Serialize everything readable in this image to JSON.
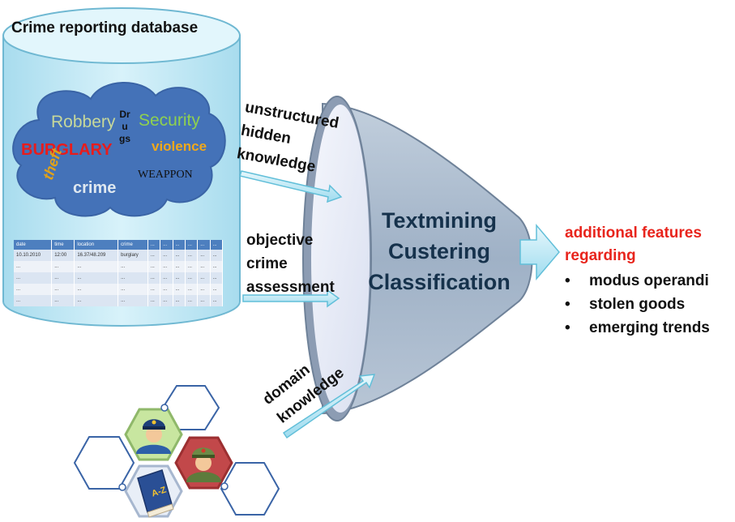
{
  "database": {
    "title": "Crime reporting database",
    "cloud_words": {
      "robbery": "Robbery",
      "drugs": "Drugs",
      "security": "Security",
      "burglary": "BURGLARY",
      "violence": "violence",
      "theft": "theft",
      "crime": "crime",
      "weappon": "WEAPPON"
    },
    "table": {
      "headers": [
        "date",
        "time",
        "location",
        "crime",
        "...",
        "...",
        "...",
        "...",
        "...",
        "..."
      ],
      "rows": [
        [
          "10.10.2010",
          "12:00",
          "16.37/48.209",
          "burglary",
          "...",
          "...",
          "...",
          "...",
          "...",
          "..."
        ],
        [
          "...",
          "...",
          "...",
          "...",
          "...",
          "...",
          "...",
          "...",
          "...",
          "..."
        ],
        [
          "...",
          "...",
          "...",
          "...",
          "...",
          "...",
          "...",
          "...",
          "...",
          "..."
        ],
        [
          "...",
          "...",
          "...",
          "...",
          "...",
          "...",
          "...",
          "...",
          "...",
          "..."
        ],
        [
          "...",
          "...",
          "...",
          "...",
          "...",
          "...",
          "...",
          "...",
          "...",
          "..."
        ]
      ]
    }
  },
  "inputs": {
    "unstructured": [
      "unstructured",
      "hidden",
      "knowledge"
    ],
    "objective": [
      "objective",
      "crime",
      "assessment"
    ],
    "domain": [
      "domain",
      "knowledge"
    ]
  },
  "funnel": {
    "lines": [
      "Textmining",
      "Custering",
      "Classification"
    ]
  },
  "output": {
    "heading": [
      "additional features",
      "regarding"
    ],
    "bullet": "•",
    "items": [
      "modus operandi",
      "stolen goods",
      "emerging trends"
    ]
  },
  "colors": {
    "cylinder": "#c9ecf6",
    "cylinder_edge": "#6fb8d2",
    "cloud": "#4472b8",
    "funnel": "#a3b4c8",
    "arrow": "#bfeaf6",
    "accent_red": "#e8241c"
  },
  "icons": [
    "police-officer-icon",
    "soldier-icon",
    "dictionary-book-icon"
  ]
}
